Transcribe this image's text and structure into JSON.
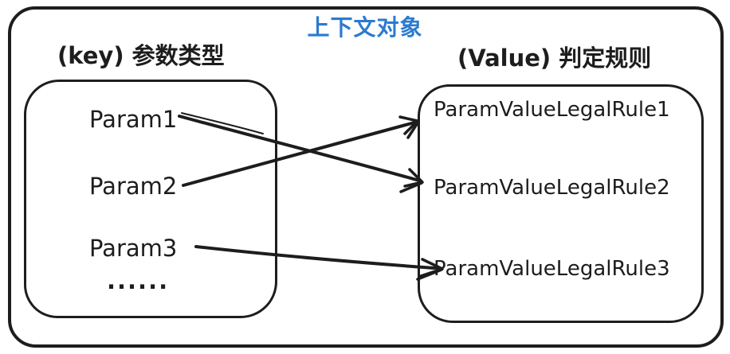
{
  "diagram": {
    "title": "上下文对象",
    "colors": {
      "title_accent": "#2b7ad0",
      "ink": "#1d1d1d",
      "background": "#ffffff"
    },
    "left_group": {
      "header": "(key) 参数类型",
      "items": [
        "Param1",
        "Param2",
        "Param3",
        "......"
      ]
    },
    "right_group": {
      "header": "(Value) 判定规则",
      "items": [
        "ParamValueLegalRule1",
        "ParamValueLegalRule2",
        "ParamValueLegalRule3"
      ]
    },
    "connections": [
      {
        "from": "Param1",
        "to": "ParamValueLegalRule2"
      },
      {
        "from": "Param2",
        "to": "ParamValueLegalRule1"
      },
      {
        "from": "Param3",
        "to": "ParamValueLegalRule3"
      }
    ]
  }
}
